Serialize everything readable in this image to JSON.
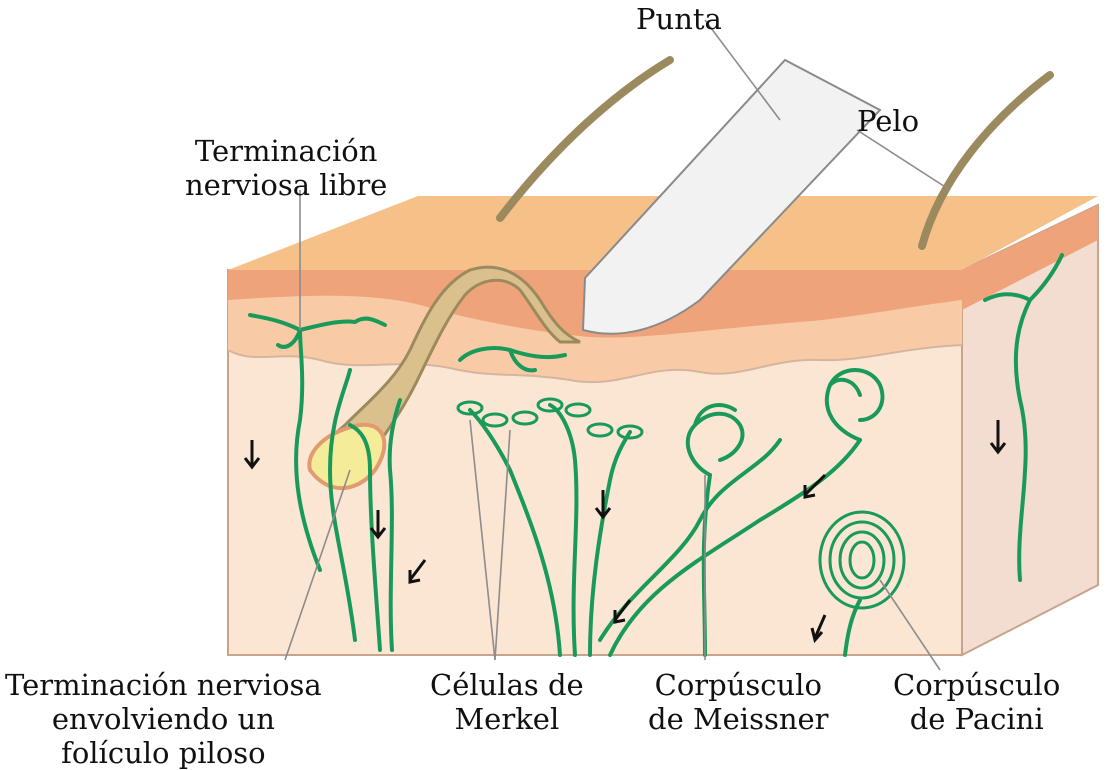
{
  "labels": {
    "punta": "Punta",
    "pelo": "Pelo",
    "free_nerve_1": "Terminación",
    "free_nerve_2": "nerviosa libre",
    "follicle_1": "Terminación nerviosa",
    "follicle_2": "envolviendo un",
    "follicle_3": "folículo piloso",
    "merkel_1": "Células de",
    "merkel_2": "Merkel",
    "meissner_1": "Corpúsculo",
    "meissner_2": "de Meissner",
    "pacini_1": "Corpúsculo",
    "pacini_2": "de Pacini"
  },
  "colors": {
    "nerve": "#1a9a5a",
    "epidermis_top": "#f6c089",
    "epidermis_layer": "#efa37a",
    "dermis": "#fbe6d4",
    "side_face": "#f3ddd0",
    "hair": "#9c8a5f",
    "probe": "#f2f2f2"
  }
}
